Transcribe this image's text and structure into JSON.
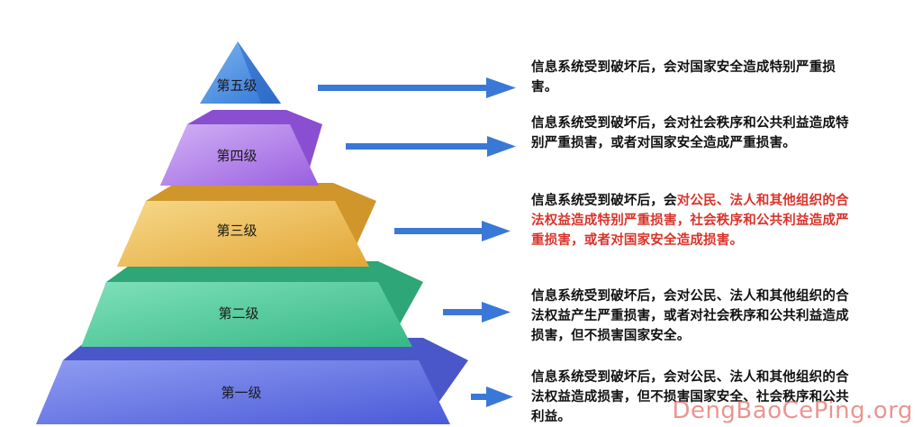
{
  "levels": [
    {
      "label": "第五级",
      "color": "#4a8fe0"
    },
    {
      "label": "第四级",
      "color": "#a77be0"
    },
    {
      "label": "第三级",
      "color": "#e8b64a"
    },
    {
      "label": "第二级",
      "color": "#45c797"
    },
    {
      "label": "第一级",
      "color": "#5a6be0"
    }
  ],
  "descriptions": {
    "level5": "信息系统受到破坏后，会对国家安全造成特别严重损害。",
    "level4": "信息系统受到破坏后，会对社会秩序和公共利益造成特别严重损害，或者对国家安全造成严重损害。",
    "level3_prefix": "信息系统受到破坏后，会",
    "level3_highlight": "对公民、法人和其他组织的合法权益造成特别严重损害，社会秩序和公共利益造成严重损害，或者对国家安全造成损害。",
    "level2": "信息系统受到破坏后，会对公民、法人和其他组织的合法权益产生严重损害，或者对社会秩序和公共利益造成损害，但不损害国家安全。",
    "level1": "信息系统受到破坏后，会对公民、法人和其他组织的合法权益造成损害，但不损害国家安全、社会秩序和公共利益。"
  },
  "watermark": "DengBaoCePing.org",
  "arrow_color": "#3a78d8",
  "highlight_color": "#d9342b"
}
